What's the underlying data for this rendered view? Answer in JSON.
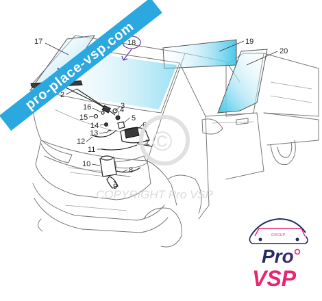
{
  "diagram": {
    "callouts": [
      {
        "id": "17",
        "label": "17"
      },
      {
        "id": "18",
        "label": "18"
      },
      {
        "id": "19",
        "label": "19"
      },
      {
        "id": "20",
        "label": "20"
      },
      {
        "id": "1",
        "label": "1"
      },
      {
        "id": "2",
        "label": "2"
      },
      {
        "id": "3",
        "label": "3"
      },
      {
        "id": "4",
        "label": "4"
      },
      {
        "id": "5",
        "label": "5"
      },
      {
        "id": "6",
        "label": "6"
      },
      {
        "id": "7",
        "label": "7"
      },
      {
        "id": "8",
        "label": "8"
      },
      {
        "id": "9",
        "label": "9"
      },
      {
        "id": "10",
        "label": "10"
      },
      {
        "id": "11",
        "label": "11"
      },
      {
        "id": "12",
        "label": "12"
      },
      {
        "id": "13",
        "label": "13"
      },
      {
        "id": "14",
        "label": "14"
      },
      {
        "id": "15",
        "label": "15"
      },
      {
        "id": "16",
        "label": "16"
      }
    ],
    "watermark_text": "COPYRIGHT Pro VSP",
    "banner_text": "pro-place-vsp.com"
  },
  "logo": {
    "group_label": "GROUP",
    "line1": "Pro",
    "line2": "VSP"
  },
  "colors": {
    "glass_cyan": "#3fc6e8",
    "banner_blue": "#2aa8df",
    "logo_pink": "#e8256f",
    "logo_navy": "#1f2a5c",
    "circle_purple": "#6a3fa0"
  }
}
